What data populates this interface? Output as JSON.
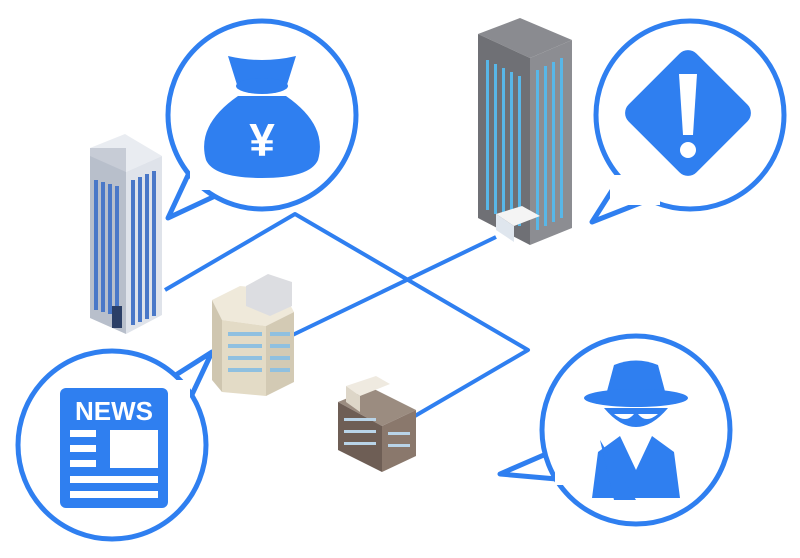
{
  "colors": {
    "accent": "#2f7ff0",
    "bubble_fill": "#ffffff",
    "glass": "#8fc7ef",
    "office_tower": "#7e7f84",
    "blue_tower": "#d7dbe2",
    "beige_building": "#e8e1cf",
    "brown_building": "#7a6a60"
  },
  "bubbles": {
    "money": {
      "icon": "money-bag-yen-icon",
      "symbol": "¥"
    },
    "warning": {
      "icon": "warning-diamond-icon",
      "symbol": "!"
    },
    "news": {
      "icon": "newspaper-icon",
      "headline": "NEWS"
    },
    "spy": {
      "icon": "spy-icon"
    }
  },
  "buildings": [
    "blue-glass-tower",
    "gray-office-tower",
    "beige-octagonal-building",
    "small-brown-building"
  ]
}
